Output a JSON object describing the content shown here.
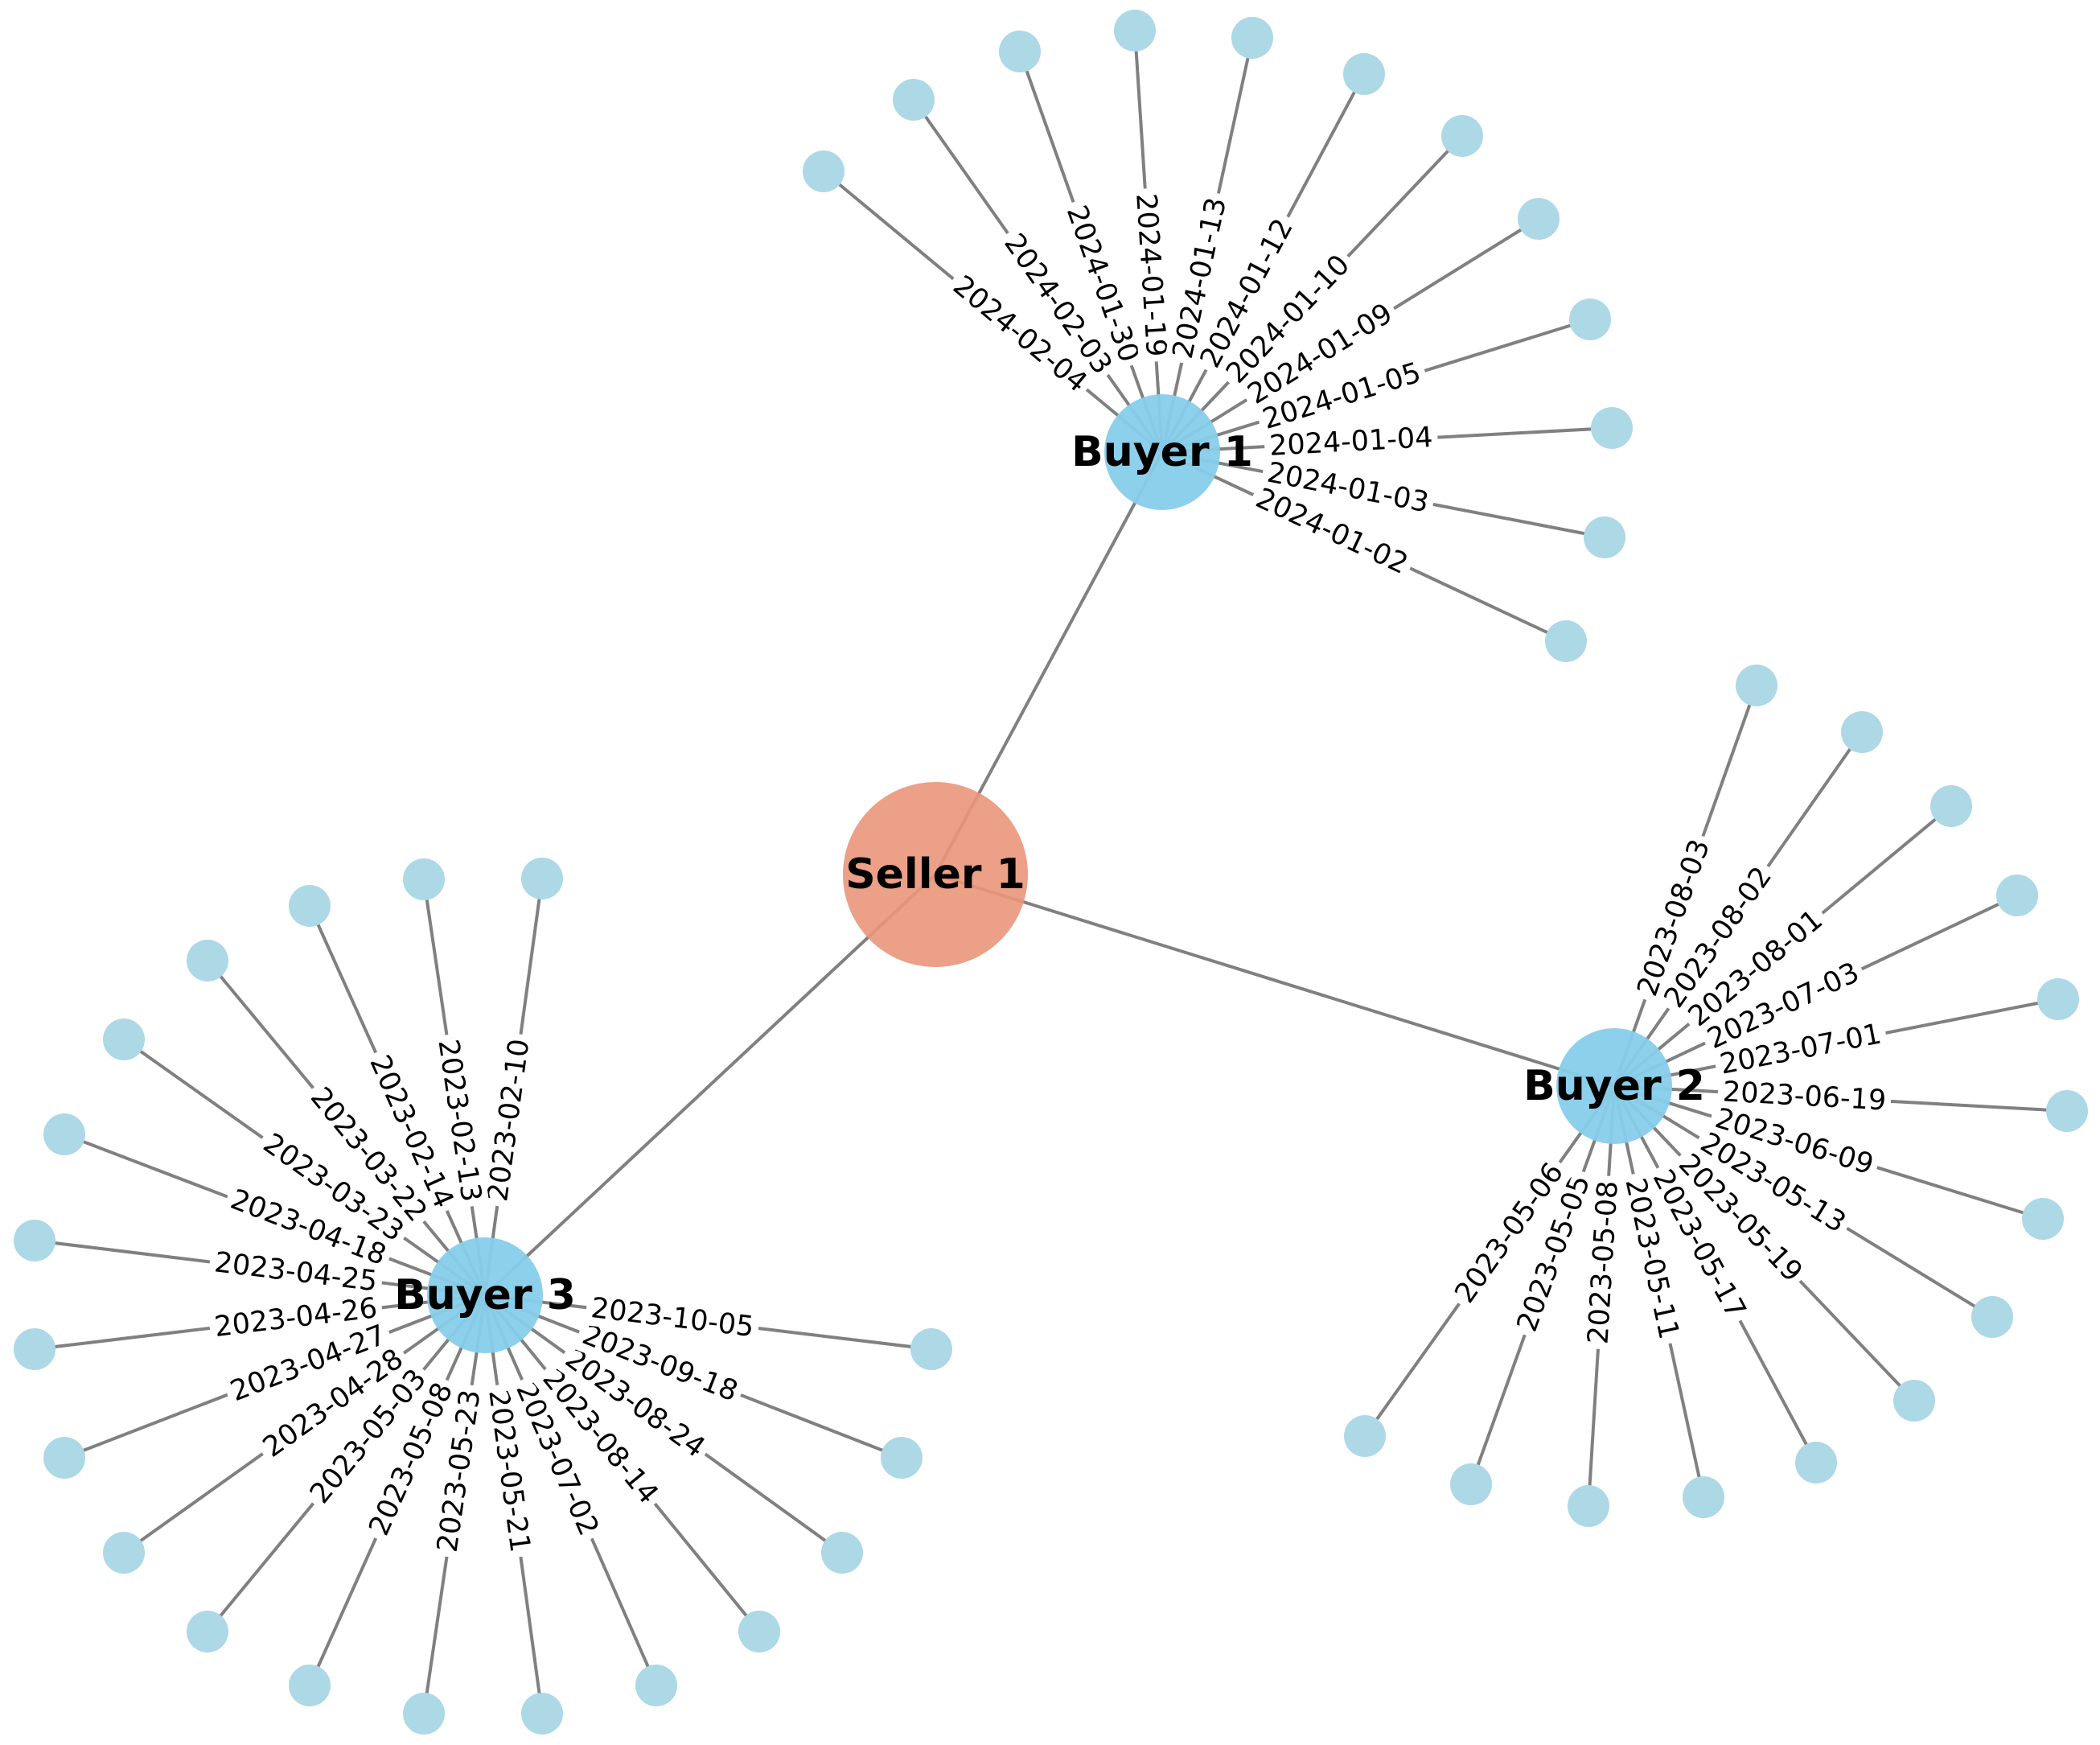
{
  "colors": {
    "seller": "#e9967a",
    "buyer": "#87ceeb",
    "transaction": "#add8e6",
    "edge": "#808080"
  },
  "seller": {
    "label": "Seller 1"
  },
  "buyers": [
    {
      "label": "Buyer 1",
      "transactions": [
        "2024-02-04",
        "2024-02-03",
        "2024-01-30",
        "2024-01-19",
        "2024-01-13",
        "2024-01-12",
        "2024-01-10",
        "2024-01-09",
        "2024-01-05",
        "2024-01-04",
        "2024-01-03",
        "2024-01-02"
      ]
    },
    {
      "label": "Buyer 2",
      "transactions": [
        "2023-08-03",
        "2023-08-02",
        "2023-08-01",
        "2023-07-03",
        "2023-07-01",
        "2023-06-19",
        "2023-06-09",
        "2023-05-13",
        "2023-05-19",
        "2023-05-17",
        "2023-05-11",
        "2023-05-08",
        "2023-05-05",
        "2023-05-06"
      ]
    },
    {
      "label": "Buyer 3",
      "transactions": [
        "2023-02-10",
        "2023-02-13",
        "2023-02-14",
        "2023-03-22",
        "2023-03-23",
        "2023-04-18",
        "2023-04-25",
        "2023-04-26",
        "2023-04-27",
        "2023-04-28",
        "2023-05-03",
        "2023-05-08",
        "2023-05-23",
        "2023-05-21",
        "2023-07-02",
        "2023-08-14",
        "2023-08-24",
        "2023-09-18",
        "2023-10-05"
      ]
    }
  ]
}
